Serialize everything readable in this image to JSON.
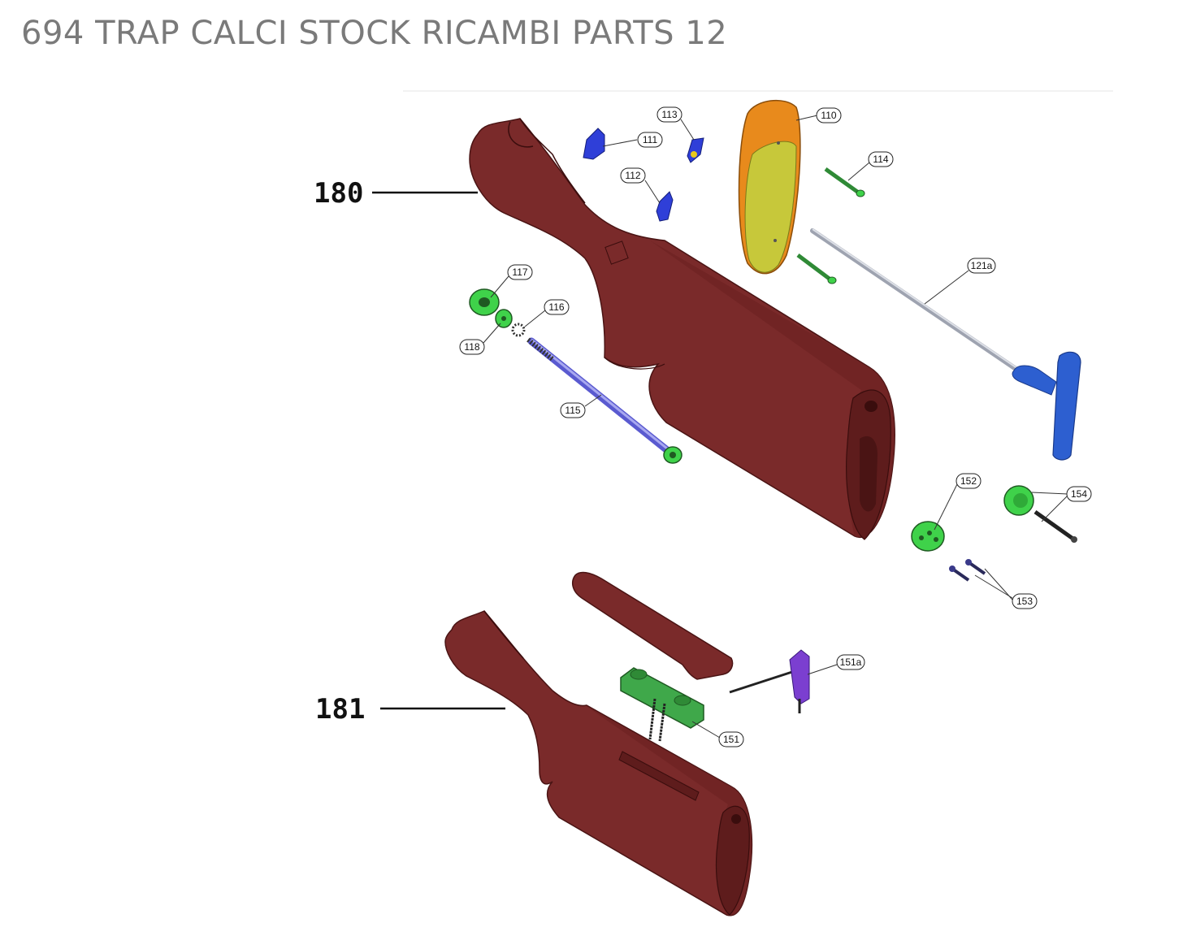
{
  "title": "694 TRAP CALCI STOCK RICAMBI PARTS 12",
  "assemblies": [
    {
      "id": "stock-180",
      "label": "180"
    },
    {
      "id": "stock-181",
      "label": "181"
    }
  ],
  "parts": [
    "110",
    "111",
    "112",
    "113",
    "114",
    "121a",
    "117",
    "116",
    "118",
    "115",
    "152",
    "154",
    "153",
    "151a",
    "151"
  ],
  "colors": {
    "stock": "#7a2a2a",
    "stock_shade": "#5e1c1c",
    "green": "#3fd24a",
    "blue": "#2f3fd8",
    "rod_blue": "#8a8ae6",
    "orange": "#e88a1c",
    "olive": "#c7c83a",
    "steel": "#b8bcc8",
    "handle_blue": "#2d5fd0",
    "purple": "#7b3fd0"
  }
}
